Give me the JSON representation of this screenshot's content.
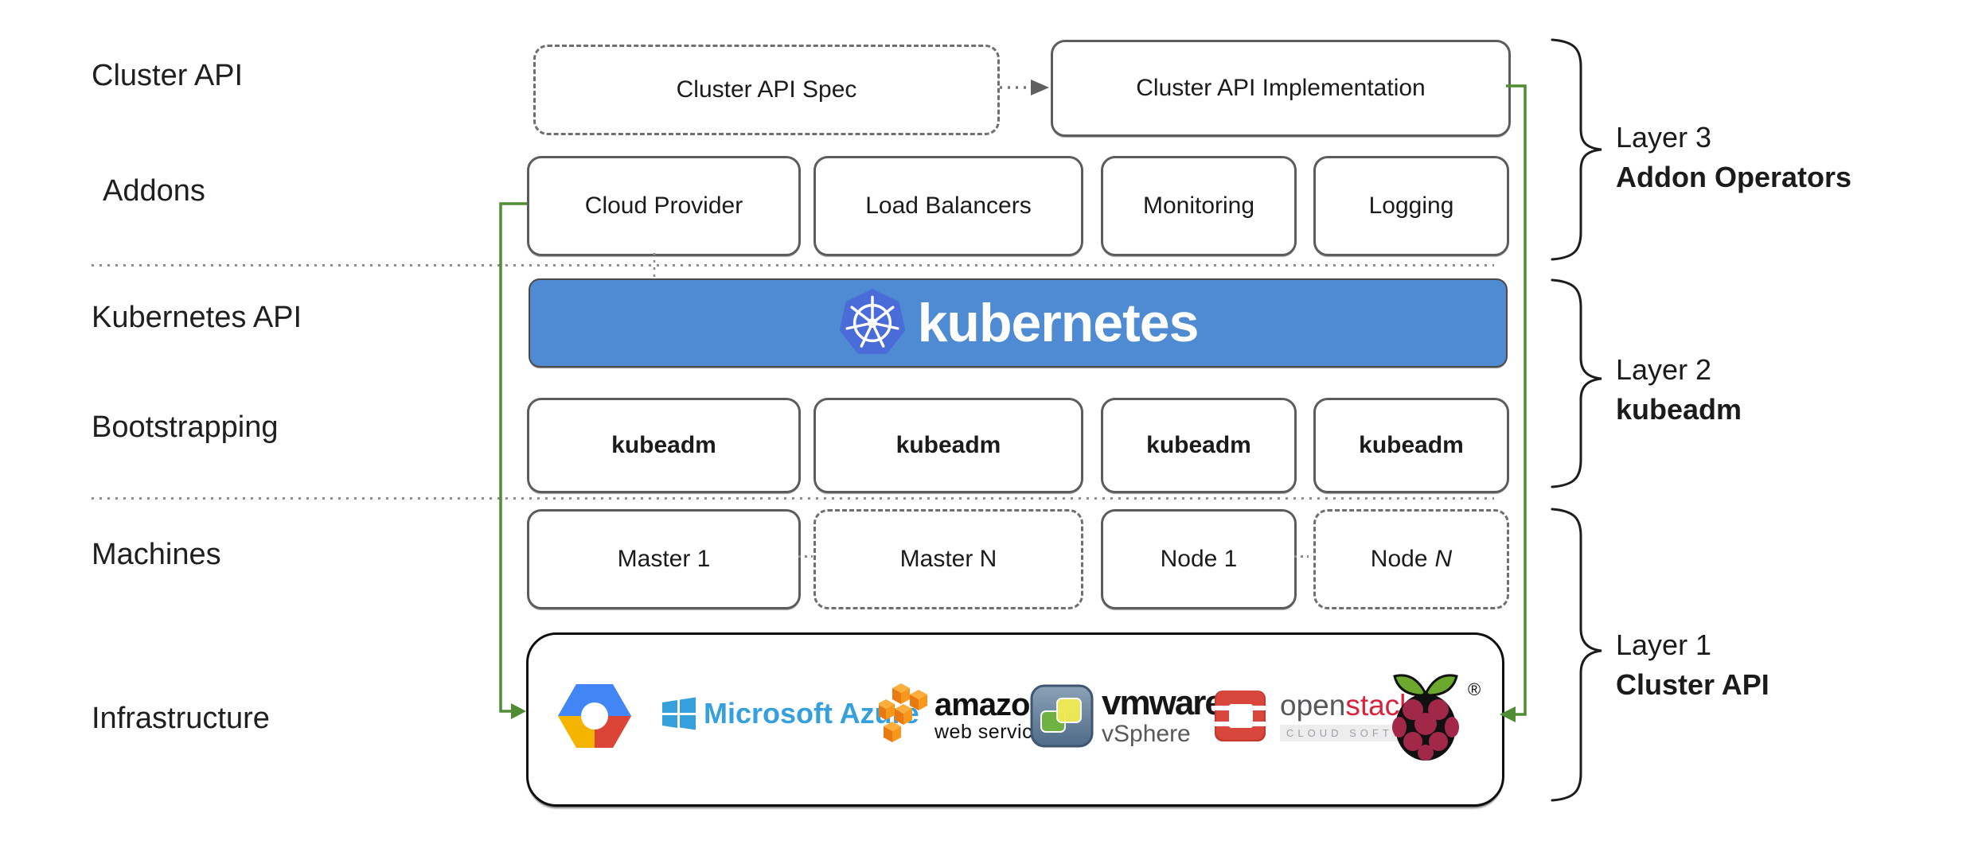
{
  "title": "Kubernetes Cluster API layered architecture diagram",
  "left_labels": {
    "cluster_api": "Cluster API",
    "addons": "Addons",
    "kubernetes_api": "Kubernetes API",
    "bootstrapping": "Bootstrapping",
    "machines": "Machines",
    "infrastructure": "Infrastructure"
  },
  "cluster_api_row": {
    "spec_label": "Cluster API Spec",
    "implementation_label": "Cluster API Implementation"
  },
  "addons_row": {
    "items": [
      "Cloud Provider",
      "Load Balancers",
      "Monitoring",
      "Logging"
    ]
  },
  "kubernetes_row": {
    "brand": "kubernetes"
  },
  "bootstrapping_row": {
    "items": [
      "kubeadm",
      "kubeadm",
      "kubeadm",
      "kubeadm"
    ]
  },
  "machines_row": {
    "master_1": "Master 1",
    "master_n": "Master N",
    "node_1": "Node 1",
    "node_n_prefix": "Node",
    "node_n_suffix": "N"
  },
  "infrastructure_row": {
    "azure_label": "Microsoft Azure",
    "aws_label": "amazon",
    "aws_sublabel": "web services",
    "vmware_label": "vmware",
    "vmware_reg": "®",
    "vmware_sublabel": "vSphere",
    "openstack_label_open": "open",
    "openstack_label_stack": "stack",
    "openstack_tm": "™",
    "openstack_sublabel": "CLOUD SOFTWARE",
    "raspberry_reg": "®"
  },
  "layers": {
    "layer3": {
      "title": "Layer 3",
      "subtitle": "Addon Operators"
    },
    "layer2": {
      "title": "Layer 2",
      "subtitle": "kubeadm"
    },
    "layer1": {
      "title": "Layer 1",
      "subtitle": "Cluster API"
    }
  },
  "icons": {
    "kubernetes_logo": "heptagon-ships-wheel",
    "gcp_logo": "google-cloud-hexagon",
    "azure_logo": "microsoft-window-flag",
    "aws_logo": "amazon-cubes",
    "vmware_logo": "vmware-vsphere-tile",
    "openstack_logo": "openstack-red-ring",
    "raspberry_pi_logo": "raspberry-with-leaves"
  },
  "colors": {
    "banner_blue": "#4E8BD2",
    "k8s_logo_indigo": "#4A6CD8",
    "connector_green": "#4F8C33",
    "box_border_gray": "#5c5c5c",
    "azure_blue": "#35A0DB",
    "aws_orange": "#F7981D",
    "openstack_red": "#D8233B",
    "raspberry_crimson": "#A22849",
    "leaf_green": "#6CA82E",
    "text": "#212121"
  }
}
